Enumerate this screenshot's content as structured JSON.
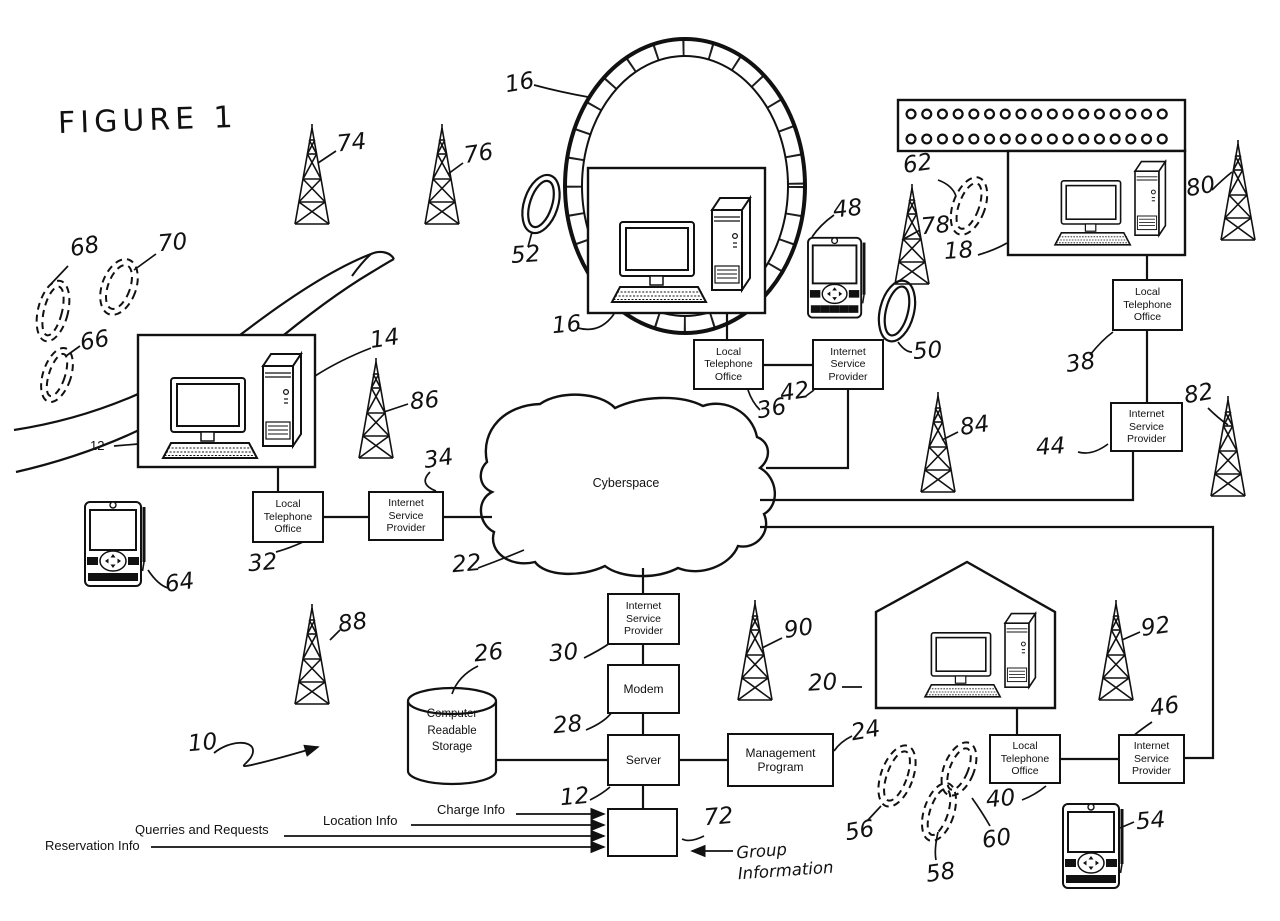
{
  "figure_title": "FIGURE 1",
  "nodes": {
    "local_telephone_office": "Local\nTelephone\nOffice",
    "internet_service_provider": "Internet\nService\nProvider",
    "modem": "Modem",
    "server": "Server",
    "management_program": "Management\nProgram",
    "computer_readable_storage": "Computer\nReadable\nStorage",
    "cyberspace": "Cyberspace"
  },
  "flows": {
    "charge": "Charge Info",
    "location": "Location Info",
    "queries": "Querries and Requests",
    "reservation": "Reservation Info",
    "group": "Group\nInformation"
  },
  "refs": {
    "n10": "10",
    "n12_road": "12",
    "n12_server": "12",
    "n14": "14",
    "n16_wheel": "16",
    "n16_box": "16",
    "n18": "18",
    "n20": "20",
    "n22": "22",
    "n24": "24",
    "n26": "26",
    "n28": "28",
    "n30": "30",
    "n32": "32",
    "n34": "34",
    "n36": "36",
    "n38": "38",
    "n40": "40",
    "n42": "42",
    "n44": "44",
    "n46": "46",
    "n48": "48",
    "n50": "50",
    "n52": "52",
    "n54": "54",
    "n56": "56",
    "n58": "58",
    "n60": "60",
    "n62": "62",
    "n64": "64",
    "n66": "66",
    "n68": "68",
    "n70": "70",
    "n72": "72",
    "n74": "74",
    "n76": "76",
    "n78": "78",
    "n80": "80",
    "n82": "82",
    "n84": "84",
    "n86": "86",
    "n88": "88",
    "n90": "90",
    "n92": "92"
  }
}
